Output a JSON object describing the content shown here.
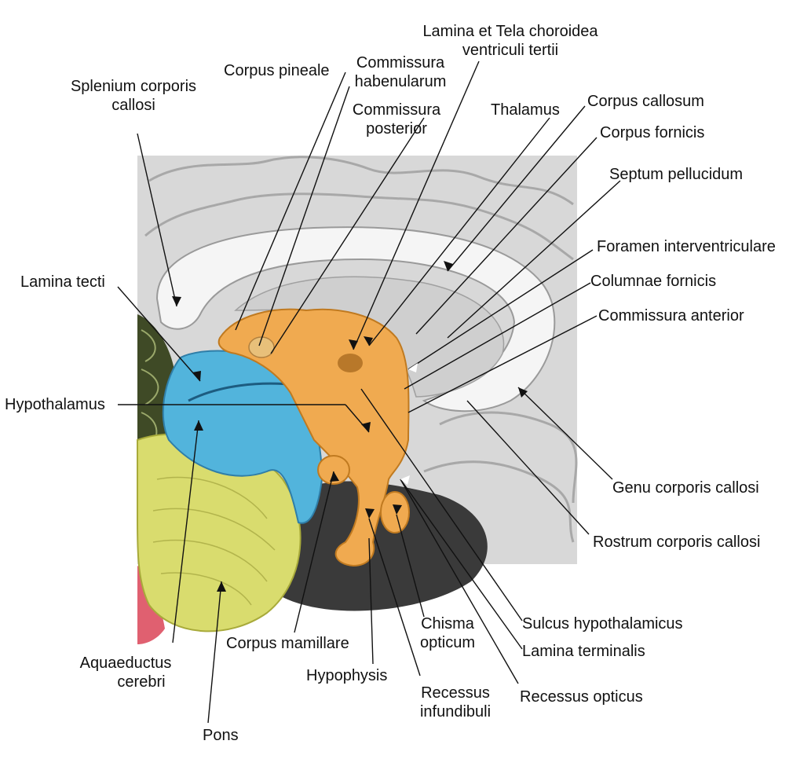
{
  "labels": {
    "lamina_tela": [
      "Lamina et Tela choroidea",
      "ventriculi tertii"
    ],
    "corpus_pineale": "Corpus pineale",
    "commissura_habenularum": [
      "Commissura",
      "habenularum"
    ],
    "commissura_posterior": [
      "Commissura",
      "posterior"
    ],
    "splenium": [
      "Splenium corporis",
      "callosi"
    ],
    "thalamus": "Thalamus",
    "corpus_callosum": "Corpus callosum",
    "corpus_fornicis": "Corpus fornicis",
    "septum_pellucidum": "Septum pellucidum",
    "foramen_interventriculare": "Foramen interventriculare",
    "columnae_fornicis": "Columnae fornicis",
    "commissura_anterior": "Commissura anterior",
    "lamina_tecti": "Lamina tecti",
    "hypothalamus": "Hypothalamus",
    "genu": "Genu corporis callosi",
    "rostrum": "Rostrum corporis callosi",
    "sulcus_hypothalamicus": "Sulcus hypothalamicus",
    "lamina_terminalis": "Lamina terminalis",
    "recessus_opticus": "Recessus opticus",
    "chisma_opticum": [
      "Chisma",
      "opticum"
    ],
    "recessus_infundibuli": [
      "Recessus",
      "infundibuli"
    ],
    "hypophysis": "Hypophysis",
    "corpus_mamillare": "Corpus mamillare",
    "aquaeductus": [
      "Aquaeductus",
      "cerebri"
    ],
    "pons": "Pons"
  },
  "colors": {
    "cortex": "#dcdcdc",
    "white_matter": "#f4f4f4",
    "diencephalon": "#f0aa50",
    "midbrain": "#52b4dc",
    "pons": "#d9dc6e",
    "cerebellum": "#3f4a26",
    "medulla": "#e06070",
    "dark_region": "#3a3a3a"
  }
}
